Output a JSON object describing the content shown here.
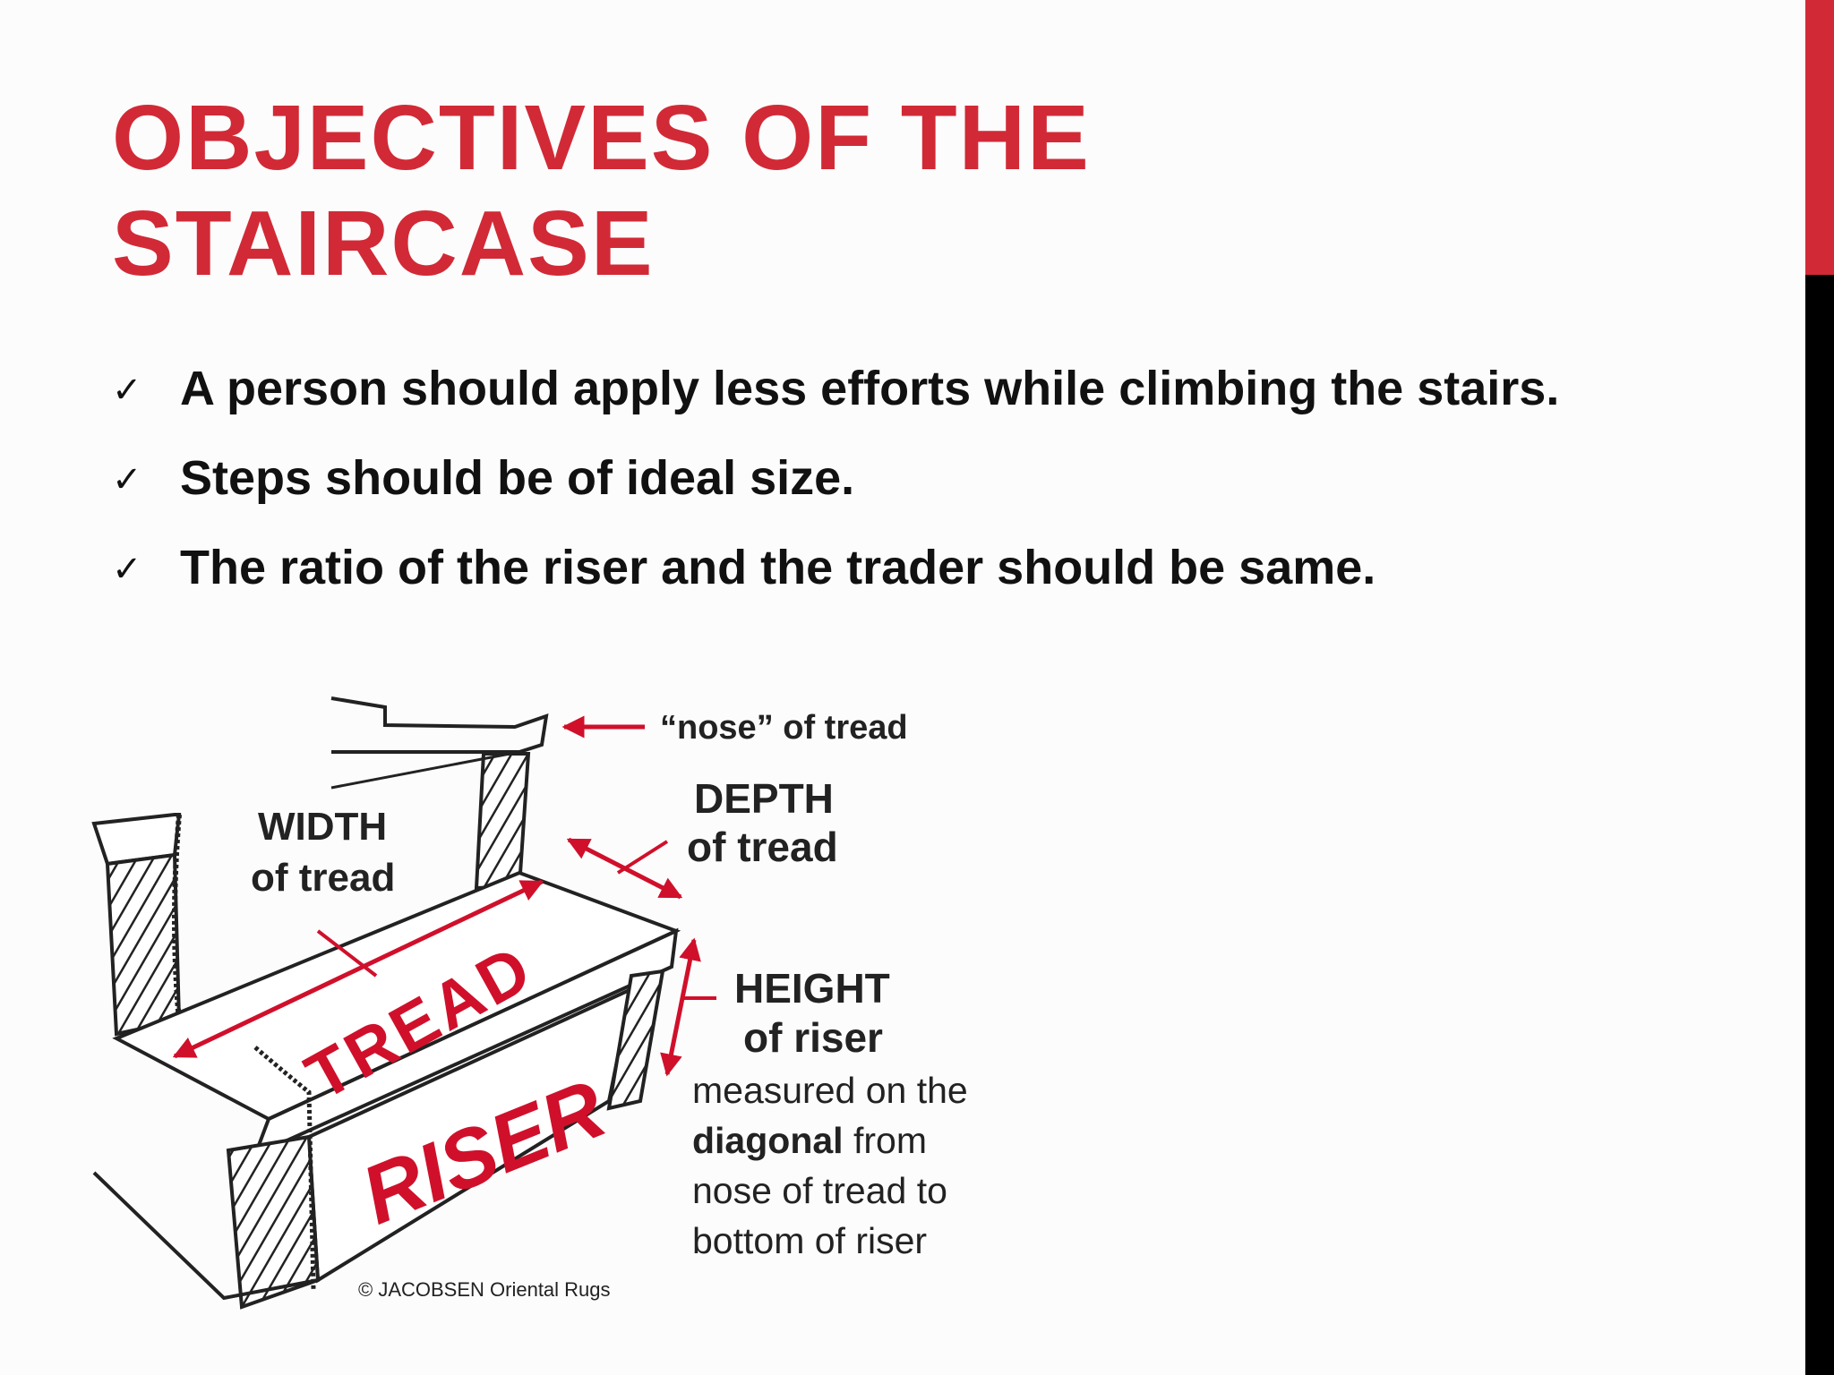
{
  "slide": {
    "title_line1": "OBJECTIVES OF THE",
    "title_line2": "STAIRCASE",
    "bullet_symbol": "✓",
    "bullets": [
      {
        "text": "A person should apply less efforts  while climbing the stairs."
      },
      {
        "text": "Steps should be of ideal size."
      },
      {
        "text": "The ratio of the riser and the trader should be same."
      }
    ],
    "accent_color": "#d12a36"
  },
  "diagram": {
    "nose_label": "“nose” of tread",
    "depth_label_1": "DEPTH",
    "depth_label_2": "of tread",
    "width_label_1": "WIDTH",
    "width_label_2": "of tread",
    "height_label_1": "HEIGHT",
    "height_label_2": "of riser",
    "measure_line1": "measured on the",
    "measure_bold": "diagonal",
    "measure_line2_rest": " from",
    "measure_line3": "nose of tread to",
    "measure_line4": "bottom of riser",
    "tread_word": "TREAD",
    "riser_word": "RISER",
    "copyright": "© JACOBSEN Oriental Rugs"
  }
}
